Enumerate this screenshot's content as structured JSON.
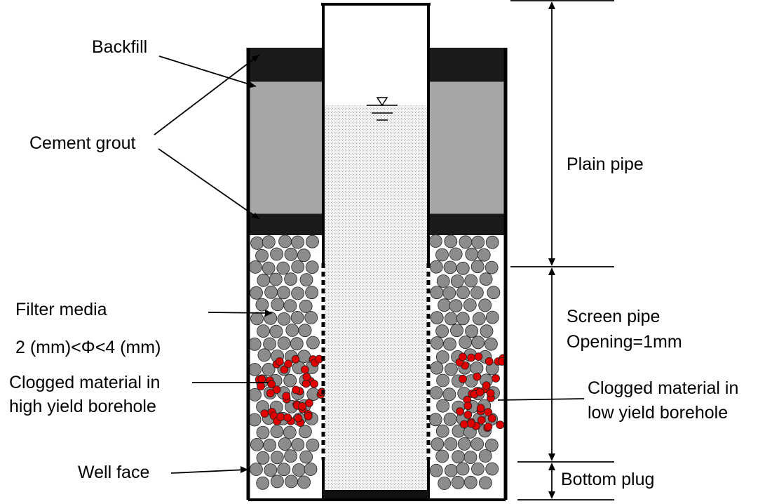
{
  "labels": {
    "backfill": "Backfill",
    "cement_grout": "Cement grout",
    "filter_media": "Filter media",
    "grain_size": "2 (mm)<Φ<4 (mm)",
    "clogged_high_1": "Clogged material in",
    "clogged_high_2": "high yield borehole",
    "well_face": "Well face",
    "plain_pipe": "Plain pipe",
    "screen_pipe_1": "Screen pipe",
    "screen_pipe_2": "Opening=1mm",
    "clogged_low_1": "Clogged material in",
    "clogged_low_2": "low yield borehole",
    "bottom_plug": "Bottom plug"
  },
  "colors": {
    "backfill": "#1a1a1a",
    "cement_grout": "#a6a6a6",
    "filter_grain": "#8c8c8c",
    "clog_particle": "#e00000",
    "water": "#dcdcdc"
  }
}
